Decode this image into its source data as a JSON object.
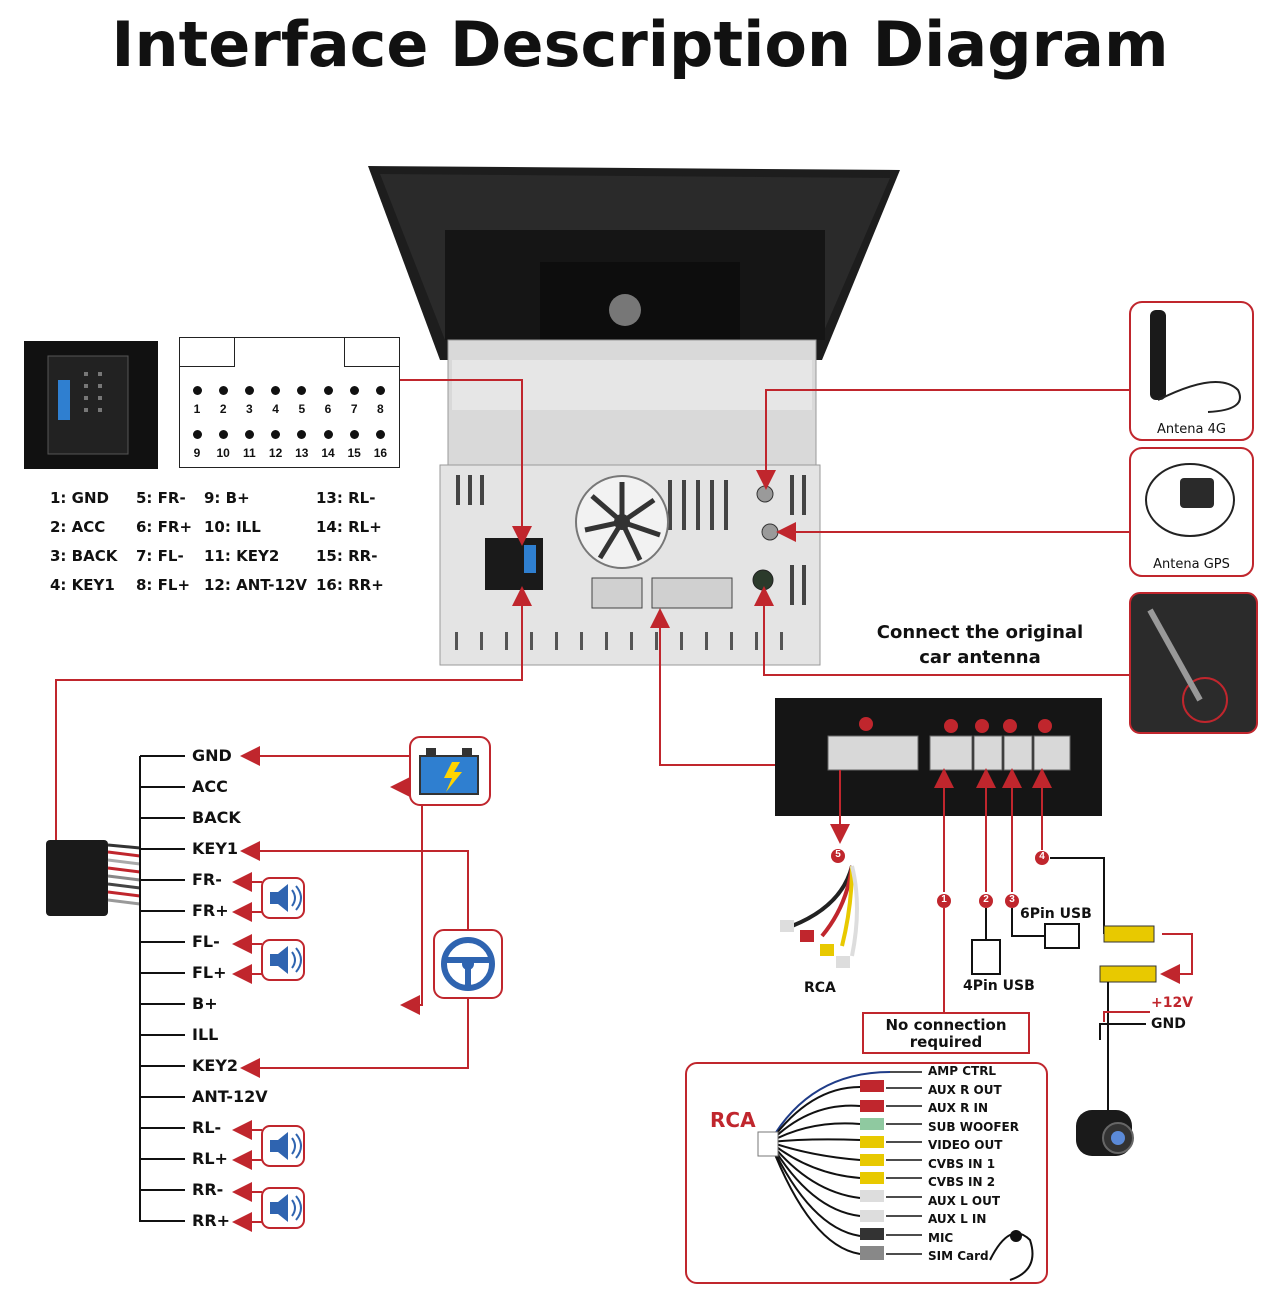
{
  "title": "Interface Description Diagram",
  "connector": {
    "top_numbers": [
      "1",
      "2",
      "3",
      "4",
      "5",
      "6",
      "7",
      "8"
    ],
    "bottom_numbers": [
      "9",
      "10",
      "11",
      "12",
      "13",
      "14",
      "15",
      "16"
    ]
  },
  "pin_legend": [
    [
      "1: GND",
      "5: FR-",
      "9:  B+",
      "13: RL-"
    ],
    [
      "2: ACC",
      "6: FR+",
      "10: ILL",
      "14: RL+"
    ],
    [
      "3: BACK",
      "7: FL-",
      "11: KEY2",
      "15: RR-"
    ],
    [
      "4: KEY1",
      "8: FL+",
      "12: ANT-12V",
      "16: RR+"
    ]
  ],
  "harness_wires": [
    "GND",
    "ACC",
    "BACK",
    "KEY1",
    "FR-",
    "FR+",
    "FL-",
    "FL+",
    "B+",
    "ILL",
    "KEY2",
    "ANT-12V",
    "RL-",
    "RL+",
    "RR-",
    "RR+"
  ],
  "antennas": {
    "antenna_4g": "Antena 4G",
    "antenna_gps": "Antena GPS"
  },
  "car_antenna": {
    "line1": "Connect the original",
    "line2": "car antenna"
  },
  "port_numbers": [
    "1",
    "2",
    "3",
    "4",
    "5"
  ],
  "labels": {
    "rca_cable": "RCA",
    "usb_4pin": "4Pin USB",
    "usb_6pin": "6Pin USB",
    "plus12v": "+12V",
    "gnd": "GND",
    "no_connection_line1": "No connection",
    "no_connection_line2": "required",
    "rca_box_title": "RCA"
  },
  "rca_outputs": [
    "AMP CTRL",
    "AUX  R  OUT",
    "AUX  R  IN",
    "SUB  WOOFER",
    "VIDEO  OUT",
    "CVBS IN 1",
    "CVBS IN 2",
    "AUX  L  OUT",
    "AUX  L  IN",
    "MIC",
    "SIM Card"
  ],
  "colors": {
    "accent_red": "#c0262d",
    "wire_black": "#111111",
    "battery_blue": "#2f7fd0"
  }
}
